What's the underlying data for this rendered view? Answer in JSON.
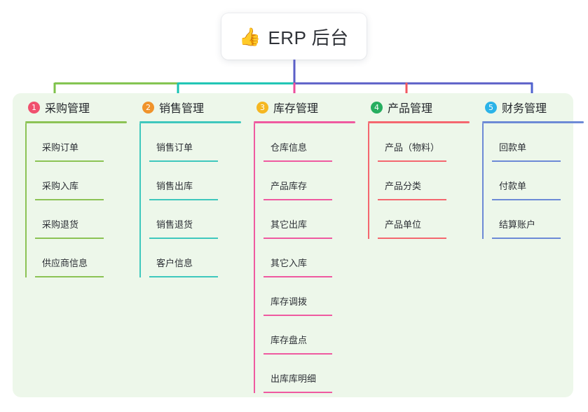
{
  "title": {
    "emoji": "👍",
    "icon_name": "thumbs-up-icon",
    "text": "ERP 后台"
  },
  "palette": {
    "board_bg": "#edf7ea",
    "page_bg": "#ffffff",
    "trunk": "#5b5fc7",
    "branch_green": "#7ec24a",
    "branch_teal": "#17c3b2",
    "branch_blue": "#5b5fc7",
    "drop_green": "#7ec24a",
    "drop_teal": "#17c3b2",
    "drop_pink": "#ec4e9c",
    "drop_red": "#f2575f",
    "drop_blue": "#4f63cf"
  },
  "columns": [
    {
      "index": "1",
      "badge_text": "1",
      "badge_color": "#f0506e",
      "line_color": "#8cc355",
      "title": "采购管理",
      "items": [
        {
          "label": "采购订单"
        },
        {
          "label": "采购入库"
        },
        {
          "label": "采购退货"
        },
        {
          "label": "供应商信息"
        }
      ]
    },
    {
      "index": "2",
      "badge_text": "2",
      "badge_color": "#f0932b",
      "line_color": "#3fc8bd",
      "title": "销售管理",
      "items": [
        {
          "label": "销售订单"
        },
        {
          "label": "销售出库"
        },
        {
          "label": "销售退货"
        },
        {
          "label": "客户信息"
        }
      ]
    },
    {
      "index": "3",
      "badge_text": "3",
      "badge_color": "#f5b722",
      "line_color": "#ef5aa0",
      "title": "库存管理",
      "items": [
        {
          "label": "仓库信息"
        },
        {
          "label": "产品库存"
        },
        {
          "label": "其它出库"
        },
        {
          "label": "其它入库"
        },
        {
          "label": "库存调拨"
        },
        {
          "label": "库存盘点"
        },
        {
          "label": "出库库明细"
        }
      ]
    },
    {
      "index": "4",
      "badge_text": "4",
      "badge_color": "#27ae60",
      "line_color": "#f4676f",
      "title": "产品管理",
      "items": [
        {
          "label": "产品（物料）"
        },
        {
          "label": "产品分类"
        },
        {
          "label": "产品单位"
        }
      ]
    },
    {
      "index": "5",
      "badge_text": "5",
      "badge_color": "#2bb3e8",
      "line_color": "#6d8ad6",
      "title": "财务管理",
      "items": [
        {
          "label": "回款单"
        },
        {
          "label": "付款单"
        },
        {
          "label": "结算账户"
        }
      ]
    }
  ]
}
